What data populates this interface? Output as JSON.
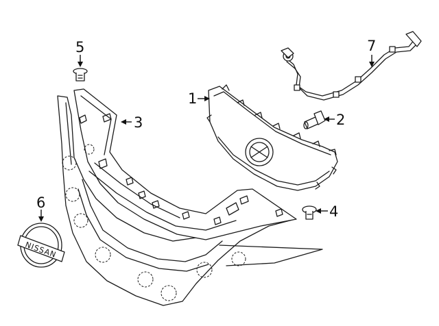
{
  "callouts": [
    {
      "number": "1",
      "part": "grille"
    },
    {
      "number": "2",
      "part": "bolt"
    },
    {
      "number": "3",
      "part": "grille-frame"
    },
    {
      "number": "4",
      "part": "clip"
    },
    {
      "number": "5",
      "part": "clip"
    },
    {
      "number": "6",
      "part": "emblem"
    },
    {
      "number": "7",
      "part": "sensor-harness"
    }
  ],
  "emblem": {
    "text": "NISSAN"
  },
  "colors": {
    "line": "#1a1a1a",
    "background": "#ffffff"
  }
}
